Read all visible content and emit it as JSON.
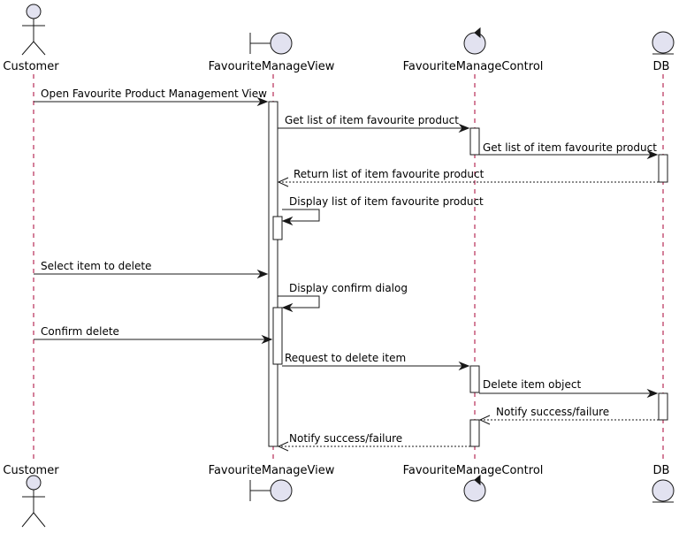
{
  "participants": [
    {
      "id": "customer",
      "name": "Customer",
      "kind": "actor"
    },
    {
      "id": "view",
      "name": "FavouriteManageView",
      "kind": "boundary"
    },
    {
      "id": "control",
      "name": "FavouriteManageControl",
      "kind": "control"
    },
    {
      "id": "db",
      "name": "DB",
      "kind": "entity"
    }
  ],
  "messages": [
    {
      "from": "customer",
      "to": "view",
      "label": "Open Favourite Product Management View",
      "style": "solid"
    },
    {
      "from": "view",
      "to": "control",
      "label": "Get list of item favourite product",
      "style": "solid"
    },
    {
      "from": "control",
      "to": "db",
      "label": "Get list of item favourite product",
      "style": "solid"
    },
    {
      "from": "db",
      "to": "view",
      "label": "Return list of item favourite product",
      "style": "dashed"
    },
    {
      "from": "view",
      "to": "view",
      "label": "Display list of item favourite product",
      "style": "solid"
    },
    {
      "from": "customer",
      "to": "view",
      "label": "Select item to delete",
      "style": "solid"
    },
    {
      "from": "view",
      "to": "view",
      "label": "Display confirm dialog",
      "style": "solid"
    },
    {
      "from": "customer",
      "to": "view",
      "label": "Confirm delete",
      "style": "solid"
    },
    {
      "from": "view",
      "to": "control",
      "label": "Request to delete item",
      "style": "solid"
    },
    {
      "from": "control",
      "to": "db",
      "label": "Delete item object",
      "style": "solid"
    },
    {
      "from": "db",
      "to": "control",
      "label": "Notify success/failure",
      "style": "dashed"
    },
    {
      "from": "control",
      "to": "view",
      "label": "Notify success/failure",
      "style": "dashed"
    }
  ],
  "colors": {
    "icon_fill": "#e2e2f0",
    "lifeline": "#a80036",
    "line": "#181818"
  }
}
